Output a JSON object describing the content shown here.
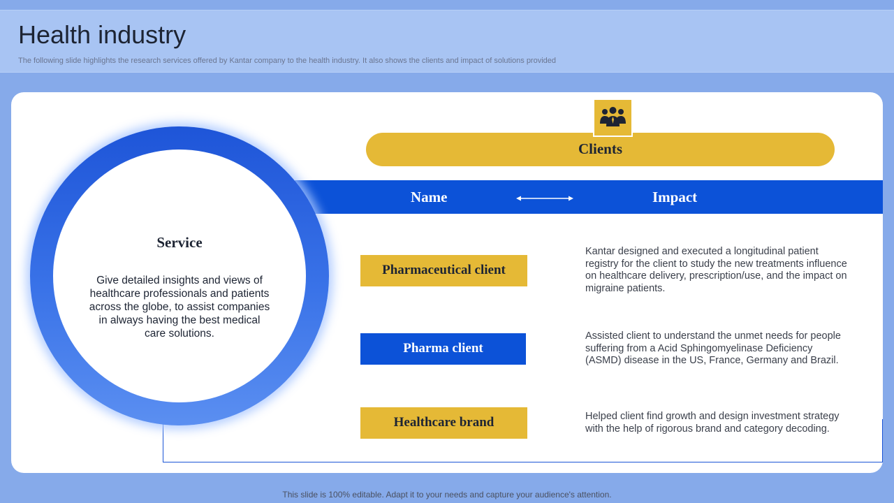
{
  "header": {
    "title": "Health industry",
    "subtitle": "The following slide highlights the research services offered by Kantar company to the health industry. It also shows the clients and impact of solutions provided"
  },
  "service": {
    "title": "Service",
    "text": "Give detailed insights and views of healthcare professionals and patients across the globe, to assist companies in always having the best medical care solutions."
  },
  "clients": {
    "title": "Clients",
    "icon": "people-group-icon"
  },
  "columns": {
    "name": "Name",
    "impact": "Impact"
  },
  "rows": [
    {
      "name": "Pharmaceutical client",
      "impact": "Kantar designed and executed a longitudinal patient registry for the client to study the new treatments influence on healthcare delivery, prescription/use, and the impact on migraine patients."
    },
    {
      "name": "Pharma client",
      "impact": "Assisted client to understand the unmet needs for people suffering from a Acid Sphingomyelinase Deficiency (ASMD) disease  in the US, France, Germany and Brazil."
    },
    {
      "name": "Healthcare brand",
      "impact": "Helped client find growth and design investment strategy with the help of rigorous brand and category decoding."
    }
  ],
  "footer": "This slide is 100% editable. Adapt it to your needs and capture your audience's attention.",
  "colors": {
    "background": "#86aaea",
    "accent_blue": "#0c52d8",
    "accent_yellow": "#e5b936"
  }
}
